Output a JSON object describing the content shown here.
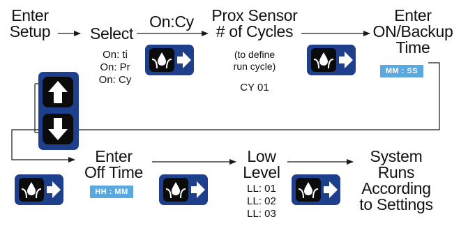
{
  "steps": {
    "enter_setup": {
      "line1": "Enter",
      "line2": "Setup"
    },
    "select": {
      "label": "Select",
      "options": [
        "On: ti",
        "On: Pr",
        "On: Cy"
      ]
    },
    "on_cy": {
      "label": "On:Cy"
    },
    "prox_sensor": {
      "line1": "Prox Sensor",
      "line2": "# of Cycles",
      "note1": "(to define",
      "note2": "run cycle)",
      "value": "CY 01"
    },
    "enter_on_backup": {
      "line1": "Enter",
      "line2": "ON/Backup",
      "line3": "Time",
      "display": "MM : SS"
    },
    "enter_off_time": {
      "line1": "Enter",
      "line2": "Off Time",
      "display": "HH : MM"
    },
    "low_level": {
      "line1": "Low",
      "line2": "Level",
      "options": [
        "LL: 01",
        "LL: 02",
        "LL: 03"
      ]
    },
    "system_runs": {
      "line1": "System",
      "line2": "Runs",
      "line3": "According",
      "line4": "to Settings"
    }
  },
  "icons": {
    "enter_key": "enter-droplet-icon",
    "up_key": "up-arrow-icon",
    "down_key": "down-arrow-icon",
    "flow_arrow": "arrow-right-icon"
  },
  "colors": {
    "key_blue": "#1e3f8c",
    "display_blue": "#5aa8e0",
    "line": "#1a1a1a"
  }
}
